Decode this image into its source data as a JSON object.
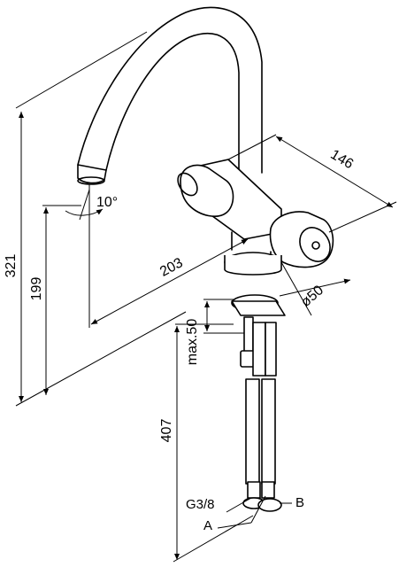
{
  "dimensions": {
    "overall_height": "321",
    "outlet_height": "199",
    "reach": "203",
    "handle_width": "146",
    "base_diameter": "ø50",
    "deck_thickness": "max.50",
    "hose_length": "407",
    "swivel_angle": "10°"
  },
  "connections": {
    "thread": "G3/8",
    "a": "A",
    "b": "B"
  }
}
